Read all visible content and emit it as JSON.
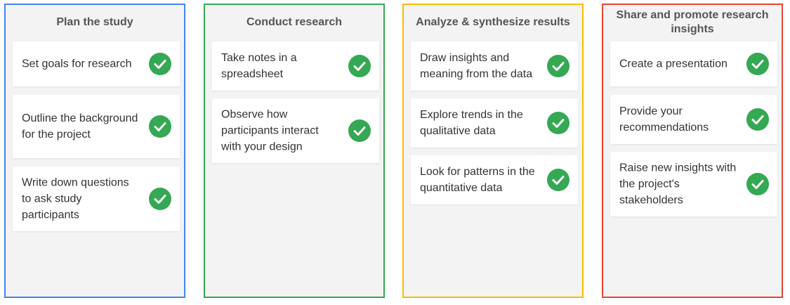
{
  "columns": [
    {
      "title": "Plan the study",
      "border_color": "#4285f4",
      "items": [
        {
          "text": "Set goals for research",
          "icon": "check-icon"
        },
        {
          "text": "Outline the background for the project",
          "icon": "check-icon"
        },
        {
          "text": "Write down questions to ask study participants",
          "icon": "check-icon"
        }
      ]
    },
    {
      "title": "Conduct research",
      "border_color": "#34a853",
      "items": [
        {
          "text": "Take notes in a spreadsheet",
          "icon": "check-icon"
        },
        {
          "text": "Observe how participants interact with your design",
          "icon": "check-icon"
        }
      ]
    },
    {
      "title": "Analyze & synthesize results",
      "border_color": "#fbbc04",
      "items": [
        {
          "text": "Draw insights and meaning from the data",
          "icon": "check-icon"
        },
        {
          "text": "Explore trends in the qualitative data",
          "icon": "check-icon"
        },
        {
          "text": "Look for patterns in the quantitative data",
          "icon": "check-icon"
        }
      ]
    },
    {
      "title": "Share and promote research insights",
      "border_color": "#ea4335",
      "items": [
        {
          "text": "Create a presentation",
          "icon": "check-icon"
        },
        {
          "text": "Provide your recommendations",
          "icon": "check-icon"
        },
        {
          "text": "Raise new insights with the project's stakeholders",
          "icon": "check-icon"
        }
      ]
    }
  ],
  "colors": {
    "check_fill": "#34a853",
    "column_background": "#f3f3f3"
  }
}
